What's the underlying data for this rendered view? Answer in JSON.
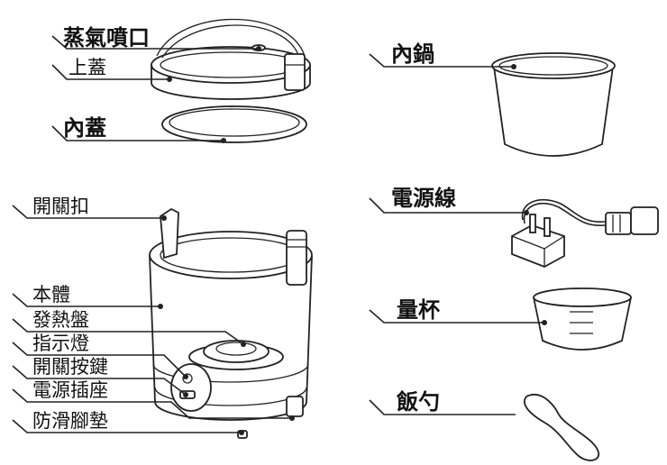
{
  "labels": {
    "steam_vent": "蒸氣噴口",
    "top_lid": "上蓋",
    "inner_lid": "內蓋",
    "inner_pot": "內鍋",
    "power_cord": "電源線",
    "latch": "開關扣",
    "body": "本體",
    "heating_plate": "發熱盤",
    "indicator_light": "指示燈",
    "switch_button": "開關按鍵",
    "power_socket": "電源插座",
    "measuring_cup": "量杯",
    "anti_slip_feet": "防滑腳墊",
    "rice_spoon": "飯勺"
  }
}
